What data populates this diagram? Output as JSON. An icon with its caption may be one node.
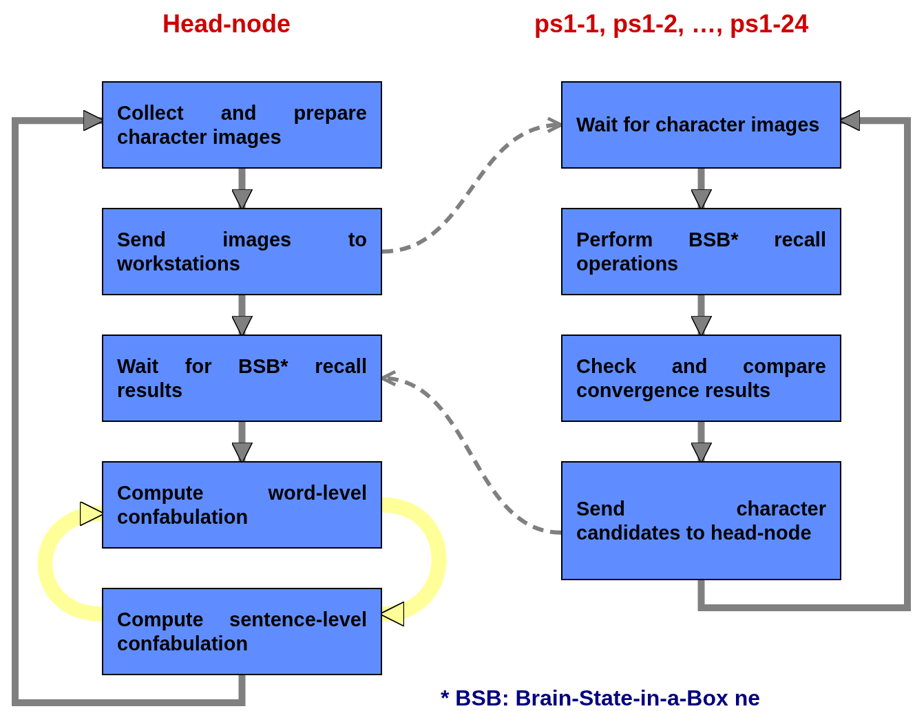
{
  "diagram": {
    "nodes": [
      {
        "text": [
          "Collect and prepare character images"
        ]
      },
      {
        "text": [
          "Send images to workstations"
        ]
      },
      {
        "text": [
          "Wait for BSB* recall results"
        ]
      },
      {
        "text": [
          "Compute word-level confabulation"
        ]
      },
      {
        "text": [
          "Compute sentence-level confabulation"
        ]
      },
      {
        "text": [
          "Wait for character images"
        ]
      },
      {
        "text": [
          "Perform BSB* recall operations"
        ]
      },
      {
        "text": [
          "Check and compare convergence results"
        ]
      },
      {
        "text": [
          "Send character candidates to head-node"
        ]
      }
    ],
    "edges": [
      {
        "from": 0,
        "to": 1,
        "arrow": "to"
      },
      {
        "from": 1,
        "to": 2,
        "arrow": "to"
      },
      {
        "from": 2,
        "to": 3,
        "arrow": "to"
      },
      {
        "from": 3,
        "to": 4,
        "arrow": "to",
        "style": "thick",
        "color": "#ffff99"
      },
      {
        "from": 4,
        "to": 3,
        "arrow": "to",
        "style": "thick",
        "color": "#ffff99"
      },
      {
        "from": 4,
        "to": 0,
        "arrow": "to"
      },
      {
        "from": 1,
        "to": 5,
        "arrow": "to",
        "style": "dashed"
      },
      {
        "from": 5,
        "to": 6,
        "arrow": "to"
      },
      {
        "from": 6,
        "to": 7,
        "arrow": "to"
      },
      {
        "from": 7,
        "to": 8,
        "arrow": "to"
      },
      {
        "from": 8,
        "to": 2,
        "arrow": "to",
        "style": "dashed"
      },
      {
        "from": 8,
        "to": 5,
        "arrow": "to"
      }
    ],
    "labels": [
      "Head-node",
      "ps1-1, ps1-2, …, ps1-24",
      "* BSB: Brain-State-in-a-Box ne"
    ]
  }
}
